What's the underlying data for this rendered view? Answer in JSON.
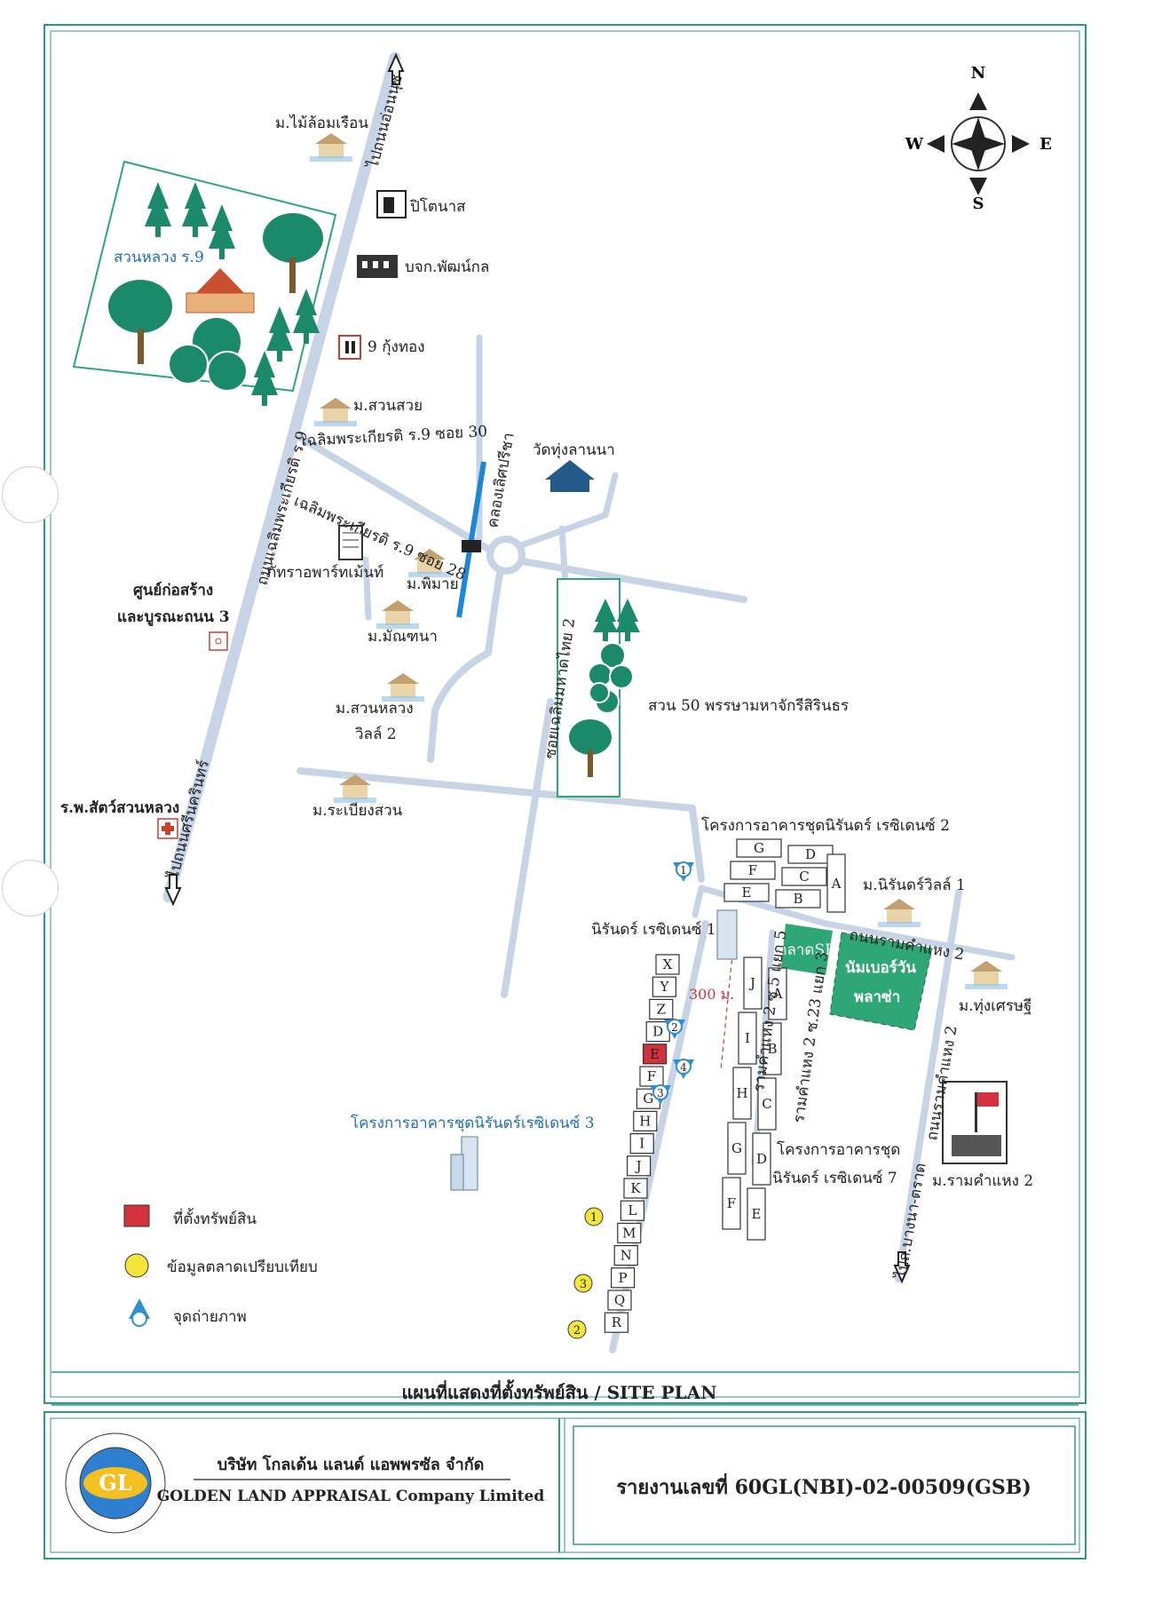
{
  "compass": {
    "n": "N",
    "s": "S",
    "e": "E",
    "w": "W"
  },
  "labels": {
    "mai_lom_ruean": "ม.ไม้ล้อมเรือน",
    "pttonas": "ปิโตนาส",
    "bjk_phatthanakol": "บจก.พัฒน์กล",
    "kung_thong": "9 กุ้งทอง",
    "suan_suay": "ม.สวนสวย",
    "suan_luang_r9": "สวนหลวง ร.9",
    "wat_thung_lan_na": "วัดทุ่งลานนา",
    "soi30": "เฉลิมพระเกียรติ ร.9 ซอย 30",
    "soi28": "เฉลิมพระเกียรติ ร.9 ซอย 28",
    "khlong": "คลองเลิศปรีชา",
    "road_r9": "ถนนเฉลิมพระเกียรติ ร.9",
    "to_onnut": "ไปถนนอ่อนนุช",
    "to_srinakarin": "ไปถนนศรีนครินทร์",
    "phatra_apartment": "ภัทราอพาร์ทเม้นท์",
    "phimai": "ม.พิมาย",
    "mantana": "ม.มัณฑนา",
    "road_center_1": "ศูนย์ก่อสร้าง",
    "road_center_2": "และบูรณะถนน 3",
    "suan_luang_villa_1": "ม.สวนหลวง",
    "suan_luang_villa_2": "วิลล์ 2",
    "rabiang_suan": "ม.ระเบียงสวน",
    "vet_hospital": "ร.พ.สัตว์สวนหลวง",
    "soi_chalerm_thai": "ซอยเฉลิมมหาดไทย 2",
    "park50": "สวน 50 พรรษามหาจักรีสิรินธร",
    "nirun_residence_2": "โครงการอาคารชุดนิรันดร์ เรซิเดนซ์ 2",
    "nirun_villa_1": "ม.นิรันดร์วิลล์ 1",
    "nirun_residence_1": "นิรันดร์ เรซิเดนซ์ 1",
    "ramkhamhaeng2_road": "ถนนรามคำแหง 2",
    "talad_sp": "ตลาดSP",
    "number_one_1": "นัมเบอร์วัน",
    "number_one_2": "พลาซ่า",
    "thung_setthi": "ม.ทุ่งเศรษฐี",
    "distance": "300 ม.",
    "soi_ram2_5": "รามคำแหง 2 ซ.5 แยก 5",
    "soi_ram2_23": "รามคำแหง 2 ซ.23 แยก 3",
    "road_ram2_vertical": "ถนนรามคำแหง 2",
    "to_bangna": "ไปถ.บางนา-ตราด",
    "ram2_village": "ม.รามคำแหง 2",
    "nirun_residence_7_1": "โครงการอาคารชุด",
    "nirun_residence_7_2": "นิรันดร์ เรซิเดนซ์ 7",
    "nirun_residence_3": "โครงการอาคารชุดนิรันดร์เรซิเดนซ์ 3"
  },
  "legend": {
    "property": "ที่ตั้งทรัพย์สิน",
    "market_data": "ข้อมูลตลาดเปรียบเทียบ",
    "photo_point": "จุดถ่ายภาพ"
  },
  "footer": {
    "site_plan_title": "แผนที่แสดงที่ตั้งทรัพย์สิน / SITE PLAN",
    "company_th": "บริษัท โกลเด้น แลนด์ แอพพรซัล จำกัด",
    "company_en": "GOLDEN LAND APPRAISAL Company Limited",
    "logo_text": "GL",
    "report_no": "รายงานเลขที่ 60GL(NBI)-02-00509(GSB)"
  },
  "blocks_res3": [
    "X",
    "Y",
    "Z",
    "D",
    "E",
    "F",
    "G",
    "H",
    "I",
    "J",
    "K",
    "L",
    "M",
    "N",
    "P",
    "Q",
    "R"
  ],
  "blocks_res2": [
    "G",
    "D",
    "F",
    "C",
    "E",
    "B",
    "A"
  ],
  "blocks_res7_left": [
    "J",
    "I",
    "H",
    "G",
    "F"
  ],
  "blocks_res7_right": [
    "A",
    "B",
    "C",
    "D",
    "E"
  ],
  "markers": {
    "photo": [
      "1",
      "2",
      "3",
      "4"
    ],
    "market": [
      "1",
      "3",
      "2"
    ]
  },
  "colors": {
    "road": "#c6d4e6",
    "green": "#2ea676",
    "property": "#d2323e",
    "canal": "#1e86d4",
    "frame": "#2c9a8a",
    "marker_yellow": "#f3e63a",
    "marker_blue": "#2f8fd0"
  }
}
